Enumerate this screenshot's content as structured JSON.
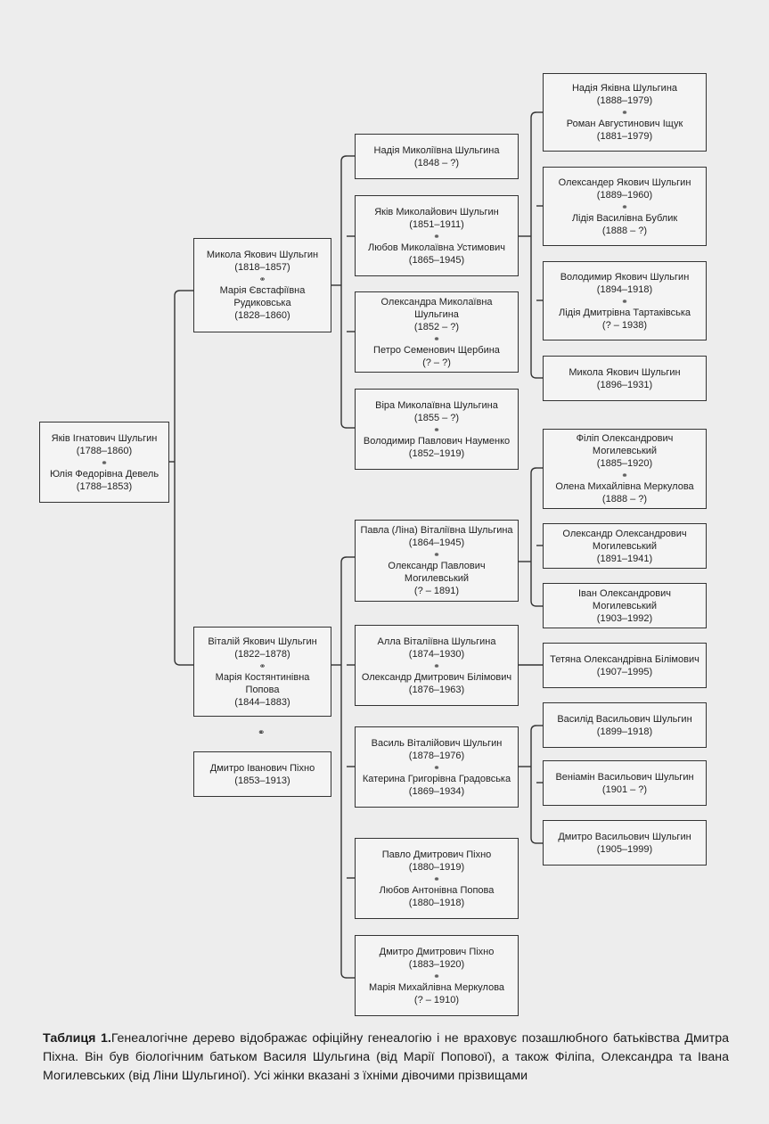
{
  "marriage_symbol": "⚭",
  "people": {
    "p1": {
      "lines": [
        "Яків Ігнатович Шульгин",
        "(1788–1860)",
        "⚭",
        "Юлія Федорівна Девель",
        "(1788–1853)"
      ]
    },
    "p2": {
      "lines": [
        "Микола Якович Шульгин",
        "(1818–1857)",
        "⚭",
        "Марія Євстафіївна",
        "Рудиковська",
        "(1828–1860)"
      ]
    },
    "p3": {
      "lines": [
        "Віталій Якович Шульгин",
        "(1822–1878)",
        "⚭",
        "Марія Костянтинівна",
        "Попова",
        "(1844–1883)"
      ]
    },
    "p4": {
      "lines": [
        "Дмитро Іванович Піхно",
        "(1853–1913)"
      ]
    },
    "n1": {
      "lines": [
        "Надія Миколіївна Шульгина",
        "(1848 – ?)"
      ]
    },
    "n2": {
      "lines": [
        "Яків Миколайович Шульгин",
        "(1851–1911)",
        "⚭",
        "Любов Миколаївна Устимович",
        "(1865–1945)"
      ]
    },
    "n3": {
      "lines": [
        "Олександра Миколаївна",
        "Шульгина",
        "(1852 – ?)",
        "⚭",
        "Петро Семенович Щербина",
        "(? – ?)"
      ]
    },
    "n4": {
      "lines": [
        "Віра Миколаївна Шульгина",
        "(1855 – ?)",
        "⚭",
        "Володимир Павлович Науменко",
        "(1852–1919)"
      ]
    },
    "v1": {
      "lines": [
        "Павла (Ліна) Віталіївна Шульгина",
        "(1864–1945)",
        "⚭",
        "Олександр Павлович",
        "Могилевський",
        "(? – 1891)"
      ]
    },
    "v2": {
      "lines": [
        "Алла Віталіївна Шульгина",
        "(1874–1930)",
        "⚭",
        "Олександр Дмитрович Білімович",
        "(1876–1963)"
      ]
    },
    "v3": {
      "lines": [
        "Василь Віталійович Шульгин",
        "(1878–1976)",
        "⚭",
        "Катерина Григорівна Градовська",
        "(1869–1934)"
      ]
    },
    "d1": {
      "lines": [
        "Павло Дмитрович Піхно",
        "(1880–1919)",
        "⚭",
        "Любов Антонівна Попова",
        "(1880–1918)"
      ]
    },
    "d2": {
      "lines": [
        "Дмитро Дмитрович Піхно",
        "(1883–1920)",
        "⚭",
        "Марія Михайлівна Меркулова",
        "(? – 1910)"
      ]
    },
    "y1": {
      "lines": [
        "Надія Яківна Шульгина",
        "(1888–1979)",
        "⚭",
        "Роман Августинович Іщук",
        "(1881–1979)"
      ]
    },
    "y2": {
      "lines": [
        "Олександер Якович Шульгин",
        "(1889–1960)",
        "⚭",
        "Лідія Василівна Бублик",
        "(1888 – ?)"
      ]
    },
    "y3": {
      "lines": [
        "Володимир Якович Шульгин",
        "(1894–1918)",
        "⚭",
        "Лідія Дмитрівна Тартаківська",
        "(? – 1938)"
      ]
    },
    "y4": {
      "lines": [
        "Микола Якович Шульгин",
        "(1896–1931)"
      ]
    },
    "m1": {
      "lines": [
        "Філіп Олександрович",
        "Могилевський",
        "(1885–1920)",
        "⚭",
        "Олена Михайлівна Меркулова",
        "(1888 – ?)"
      ]
    },
    "m2": {
      "lines": [
        "Олександр Олександрович",
        "Могилевський",
        "(1891–1941)"
      ]
    },
    "m3": {
      "lines": [
        "Іван Олександрович",
        "Могилевський",
        "(1903–1992)"
      ]
    },
    "b1": {
      "lines": [
        "Тетяна Олександрівна Білімович",
        "(1907–1995)"
      ]
    },
    "s1": {
      "lines": [
        "Василід Васильович Шульгин",
        "(1899–1918)"
      ]
    },
    "s2": {
      "lines": [
        "Веніамін Васильович Шульгин",
        "(1901 – ?)"
      ]
    },
    "s3": {
      "lines": [
        "Дмитро Васильович Шульгин",
        "(1905–1999)"
      ]
    }
  },
  "caption": {
    "label": "Таблиця 1.",
    "text": "Генеалогічне дерево відображає офіційну генеалогію і не враховує позашлюбного батьківства Дмитра Піхна. Він був біологічним батьком Василя Шульгина (від Марії Попової), а також Філіпа, Олександра та Івана Могилевських (від Ліни Шульгиної). Усі жінки вказані з їхніми дівочими прізвищами"
  }
}
